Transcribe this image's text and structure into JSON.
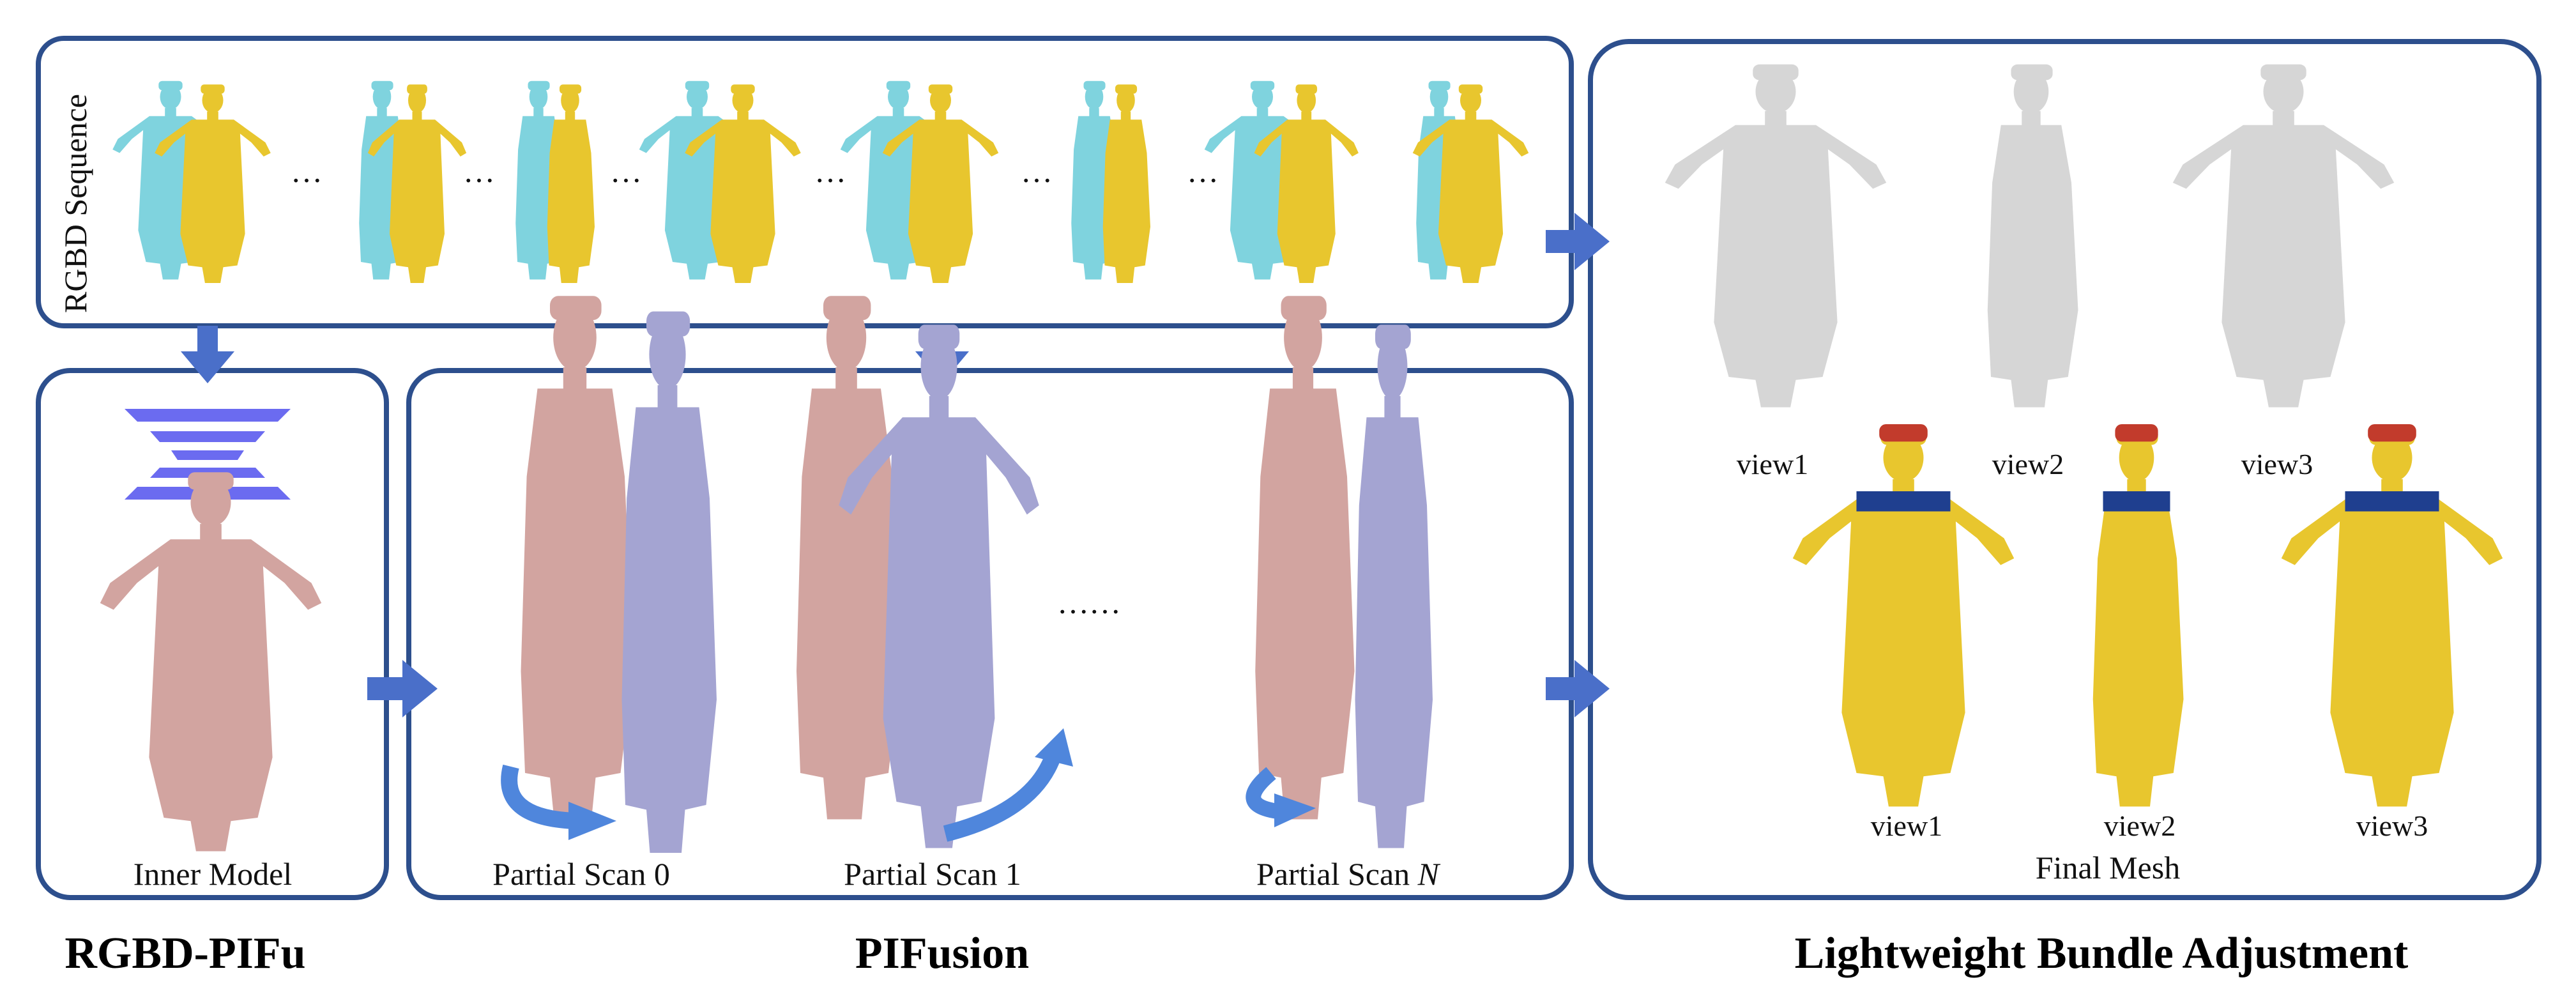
{
  "colors": {
    "panel_border": "#2d4f8d",
    "arrow": "#4a6fc9",
    "inner_model": "#d2a4a0",
    "partial_scan": "#a4a4d2",
    "mesh_gray": "#d6d6d6",
    "robe_yellow": "#e8c62e",
    "cyan_depth": "#7fd3de",
    "network_layers": "#6b6bf0",
    "curved_arrow": "#4f86dc"
  },
  "sequence": {
    "label": "RGBD Sequence",
    "ellipsis": "…"
  },
  "rgbd_pifu": {
    "inner_model_label": "Inner Model",
    "stage_title": "RGBD-PIFu"
  },
  "pifusion": {
    "scan_labels": [
      "Partial Scan 0",
      "Partial Scan 1"
    ],
    "scan_n_prefix": "Partial Scan ",
    "scan_n_var": "N",
    "dots": "……",
    "stage_title": "PIFusion"
  },
  "bundle_adjustment": {
    "gray_views": [
      "view1",
      "view2",
      "view3"
    ],
    "color_views": [
      "view1",
      "view2",
      "view3"
    ],
    "final_mesh_label": "Final Mesh",
    "stage_title": "Lightweight Bundle Adjustment"
  },
  "icons": [
    "arrow-down-icon",
    "arrow-right-icon",
    "network-layers-icon",
    "rotate-arrow-icon"
  ]
}
